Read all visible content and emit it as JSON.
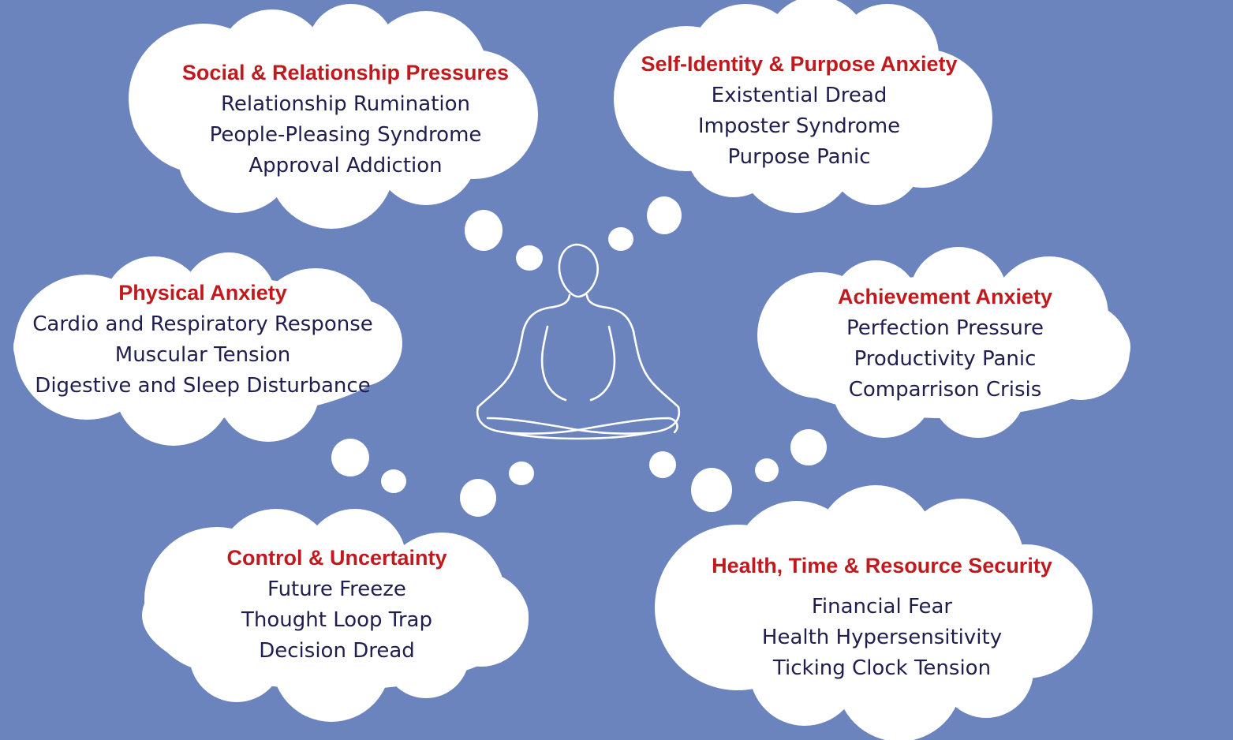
{
  "colors": {
    "background": "#6b84bd",
    "cloud": "#ffffff",
    "title": "#c01a1e",
    "item": "#1f1e4e",
    "figure_outline": "#ffffff"
  },
  "center_figure": {
    "icon": "meditating-person-icon"
  },
  "clouds": [
    {
      "id": "social",
      "title": "Social & Relationship Pressures",
      "items": [
        "Relationship Rumination",
        "People-Pleasing Syndrome",
        "Approval Addiction"
      ]
    },
    {
      "id": "identity",
      "title": "Self-Identity & Purpose Anxiety",
      "items": [
        "Existential Dread",
        "Imposter Syndrome",
        "Purpose Panic"
      ]
    },
    {
      "id": "physical",
      "title": "Physical Anxiety",
      "items": [
        "Cardio and Respiratory Response",
        "Muscular Tension",
        "Digestive and Sleep Disturbance"
      ]
    },
    {
      "id": "achievement",
      "title": "Achievement Anxiety",
      "items": [
        "Perfection Pressure",
        "Productivity Panic",
        "Comparrison Crisis"
      ]
    },
    {
      "id": "control",
      "title": "Control & Uncertainty",
      "items": [
        "Future Freeze",
        "Thought Loop Trap",
        "Decision Dread"
      ]
    },
    {
      "id": "security",
      "title": "Health, Time & Resource Security",
      "items": [
        "Financial Fear",
        "Health Hypersensitivity",
        "Ticking Clock Tension"
      ]
    }
  ]
}
